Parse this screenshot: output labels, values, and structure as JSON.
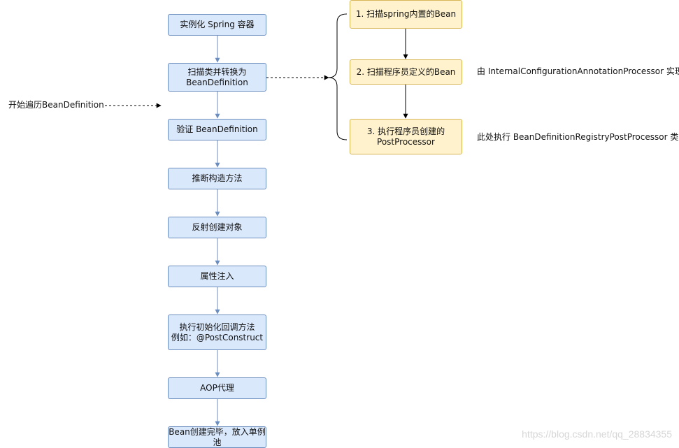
{
  "flow": {
    "steps": [
      "实例化 Spring 容器",
      "扫描类并转换为\nBeanDefinition",
      "验证 BeanDefinition",
      "推断构造方法",
      "反射创建对象",
      "属性注入",
      "执行初始化回调方法\n例如：@PostConstruct",
      "AOP代理",
      "Bean创建完毕，放入单例\n池"
    ]
  },
  "scan_details": {
    "steps": [
      "1. 扫描spring内置的Bean",
      "2. 扫描程序员定义的Bean",
      "3. 执行程序员创建的\nPostProcessor"
    ]
  },
  "notes": {
    "start": "开始遍历BeanDefinition",
    "step2": "由 InternalConfigurationAnnotationProcessor 实现",
    "step3": "此处执行 BeanDefinitionRegistryPostProcessor 类型"
  },
  "watermark": "https://blog.csdn.net/qq_28834355",
  "colors": {
    "blue_fill": "#dae8fc",
    "blue_stroke": "#6c8ebf",
    "yellow_fill": "#fff2cc",
    "yellow_stroke": "#d6b656"
  }
}
